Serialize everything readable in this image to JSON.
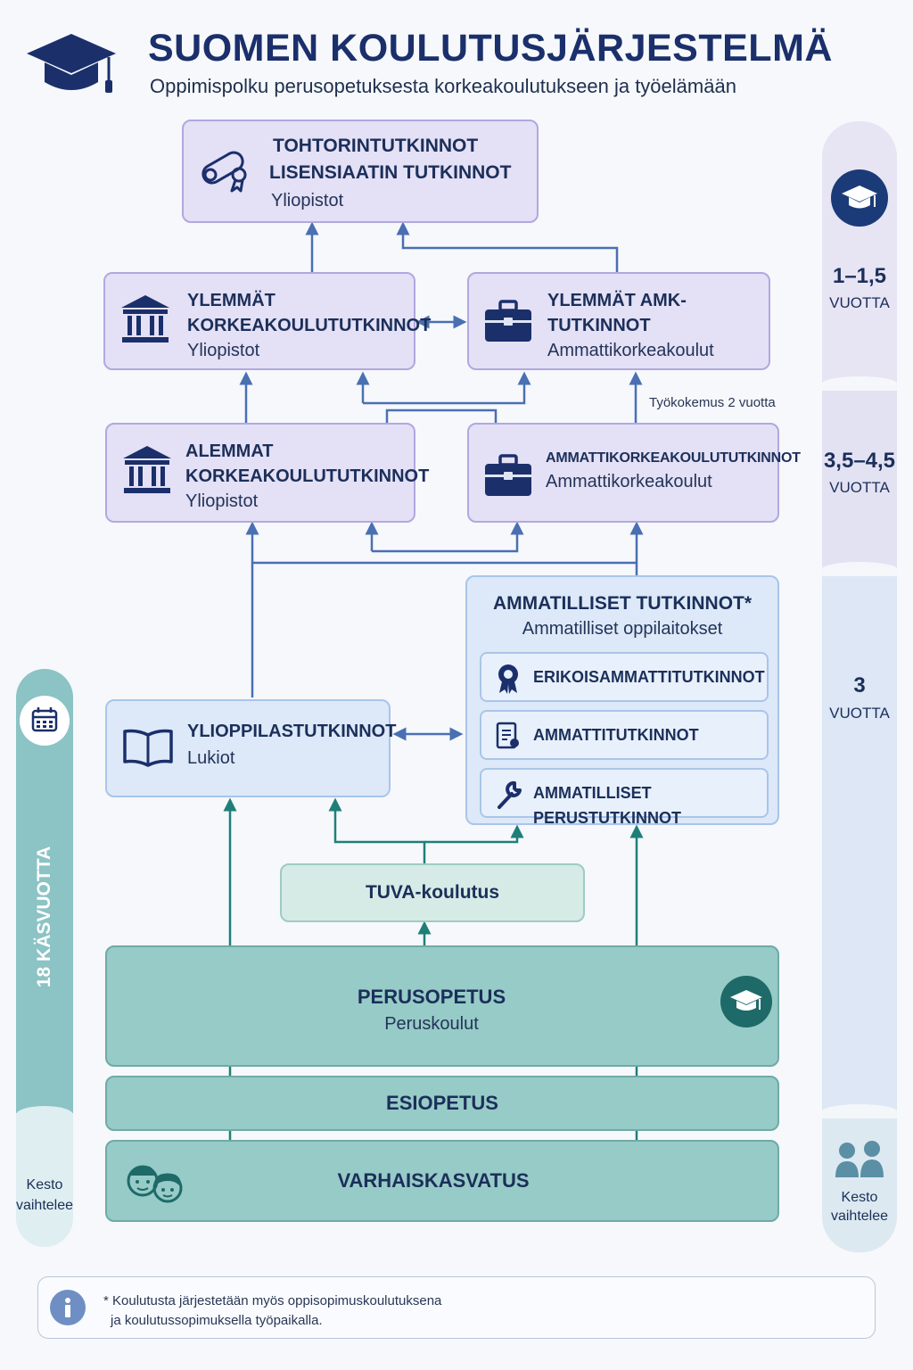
{
  "header": {
    "title": "SUOMEN KOULUTUSJÄRJESTELMÄ",
    "subtitle": "Oppimispolku perusopetuksesta korkeakoulutukseen ja työelämään"
  },
  "boxes": {
    "doctoral": {
      "title1": "TOHTORINTUTKINNOT",
      "title2": "LISENSIAATIN TUTKINNOT",
      "sub": "Yliopistot"
    },
    "higher_univ": {
      "title1": "YLEMMÄT",
      "title2": "KORKEAKOULUTUTKINNOT",
      "sub": "Yliopistot"
    },
    "higher_amk": {
      "title1": "YLEMMÄT AMK-",
      "title2": "TUTKINNOT",
      "sub": "Ammattikorkeakoulut"
    },
    "lower_univ": {
      "title1": "ALEMMAT",
      "title2": "KORKEAKOULUTUTKINNOT",
      "sub": "Yliopistot"
    },
    "amk": {
      "title": "AMMATTIKORKEAKOULUTUTKINNOT",
      "sub": "Ammattikorkeakoulut"
    },
    "vocational": {
      "title": "AMMATILLISET TUTKINNOT*",
      "sub": "Ammatilliset oppilaitokset",
      "items": [
        "ERIKOISAMMATTITUTKINNOT",
        "AMMATTITUTKINNOT",
        "AMMATILLISET PERUSTUTKINNOT"
      ]
    },
    "matriculation": {
      "title": "YLIOPPILASTUTKINNOT",
      "sub": "Lukiot"
    },
    "tuva": {
      "title": "TUVA-koulutus"
    },
    "basic": {
      "title": "PERUSOPETUS",
      "sub": "Peruskoulut"
    },
    "preprimary": {
      "title": "ESIOPETUS"
    },
    "ecec": {
      "title": "VARHAISKASVATUS"
    }
  },
  "work_experience": "Työkokemus 2 vuotta",
  "right_scale": [
    {
      "num": "1–1,5",
      "unit": "VUOTTA"
    },
    {
      "num": "3,5–4,5",
      "unit": "VUOTTA"
    },
    {
      "num": "3",
      "unit": "VUOTTA"
    },
    {
      "line1": "Kesto",
      "line2": "vaihtelee"
    }
  ],
  "left_scale": {
    "age": "18 KÄSVUOTTA",
    "line1": "Kesto",
    "line2": "vaihtelee"
  },
  "footnote": {
    "line1": "* Koulutusta järjestetään myös oppisopimuskoulutuksena",
    "line2": "ja koulutussopimuksella työpaikalla."
  },
  "colors": {
    "navy": "#1b2f6b",
    "purple_bg": "#e4e0f5",
    "blue_bg": "#dde9f8",
    "teal_bg": "#97cbc7",
    "arrow_blue": "#4a6fb3",
    "arrow_teal": "#1e7f78"
  }
}
